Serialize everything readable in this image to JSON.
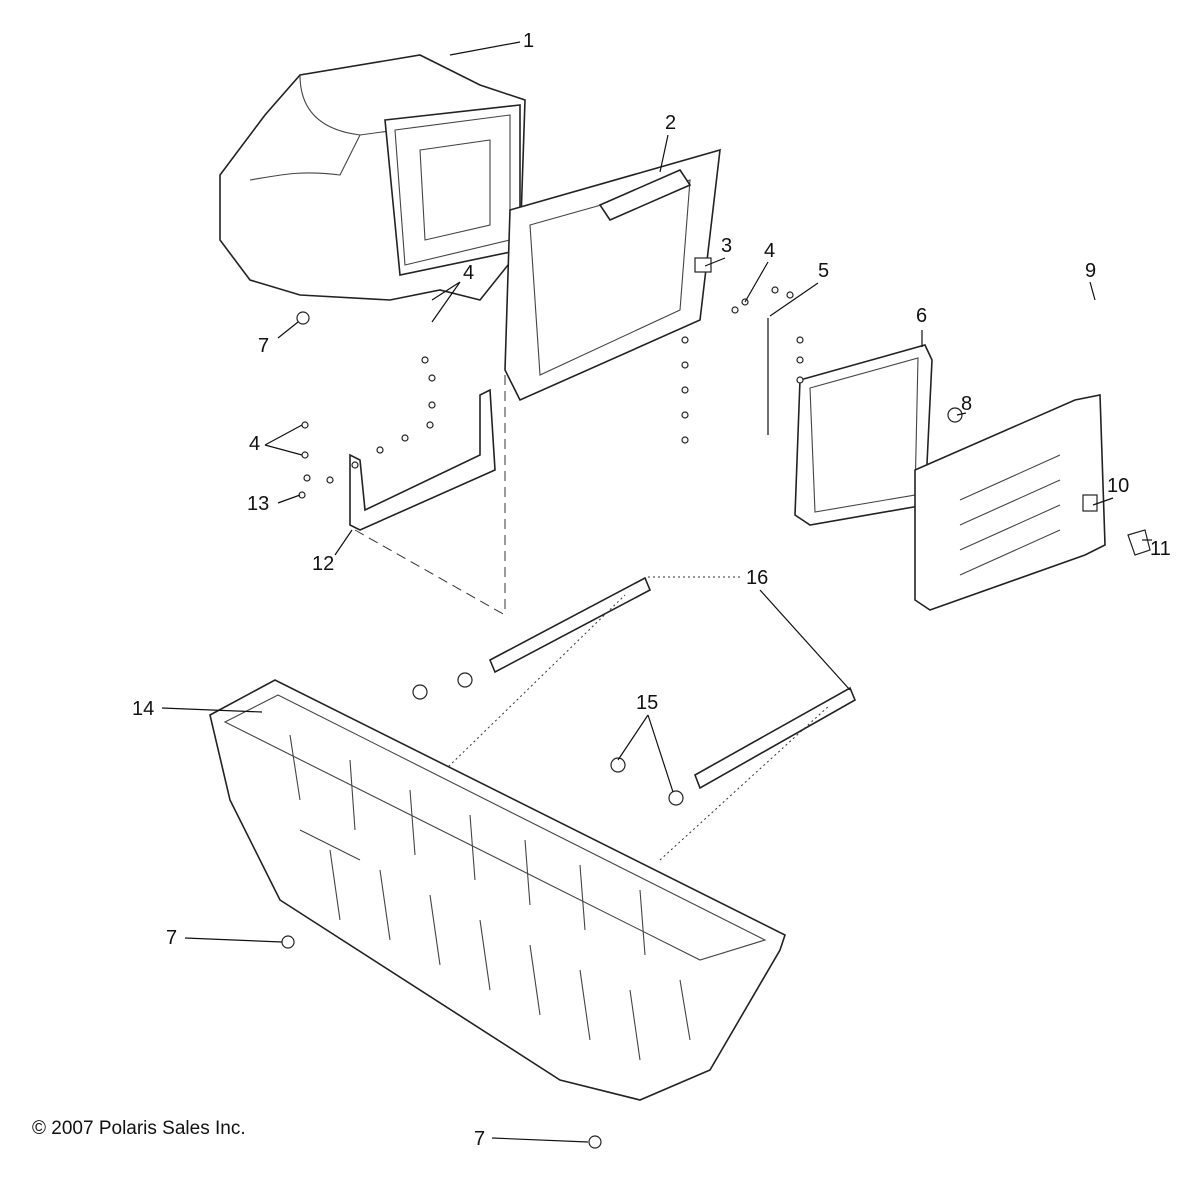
{
  "diagram": {
    "callouts": [
      {
        "id": "c1",
        "label": "1"
      },
      {
        "id": "c2",
        "label": "2"
      },
      {
        "id": "c3",
        "label": "3"
      },
      {
        "id": "c4a",
        "label": "4"
      },
      {
        "id": "c5",
        "label": "5"
      },
      {
        "id": "c6",
        "label": "6"
      },
      {
        "id": "c7a",
        "label": "7"
      },
      {
        "id": "c4b",
        "label": "4"
      },
      {
        "id": "c9",
        "label": "9"
      },
      {
        "id": "c8",
        "label": "8"
      },
      {
        "id": "c4c",
        "label": "4"
      },
      {
        "id": "c13",
        "label": "13"
      },
      {
        "id": "c12",
        "label": "12"
      },
      {
        "id": "c10",
        "label": "10"
      },
      {
        "id": "c11",
        "label": "11"
      },
      {
        "id": "c16",
        "label": "16"
      },
      {
        "id": "c14",
        "label": "14"
      },
      {
        "id": "c15",
        "label": "15"
      },
      {
        "id": "c7b",
        "label": "7"
      },
      {
        "id": "c7c",
        "label": "7"
      }
    ],
    "copyright": "© 2007 Polaris Sales Inc."
  }
}
